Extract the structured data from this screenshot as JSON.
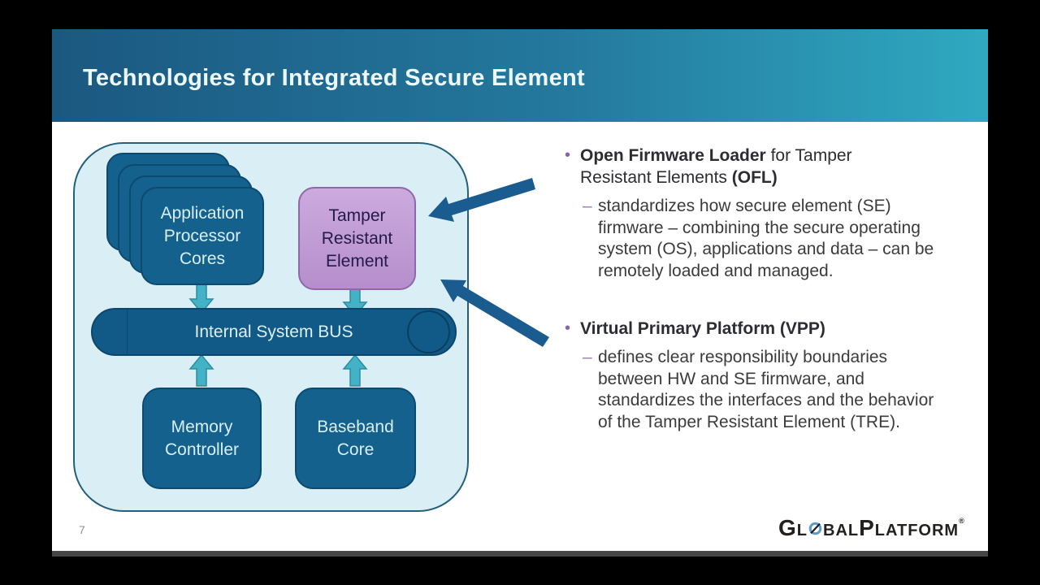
{
  "header": {
    "title": "Technologies for Integrated Secure Element"
  },
  "diagram": {
    "app_cores_label": "Application Processor Cores",
    "tre_label": "Tamper Resistant Element",
    "bus_label": "Internal System BUS",
    "memory_label": "Memory Controller",
    "baseband_label": "Baseband Core"
  },
  "bullets": {
    "ofl": {
      "marker": "•",
      "heading_l1_bold": "Open Firmware Loader",
      "heading_l1_rest": " for Tamper",
      "heading_l2_rest": "Resistant Elements ",
      "heading_l2_bold": "(OFL)",
      "dash": "–",
      "sub_lines": [
        "standardizes how secure element (SE)",
        "firmware – combining the secure operating",
        "system (OS), applications and data – can be",
        "remotely loaded and managed."
      ]
    },
    "vpp": {
      "marker": "•",
      "heading_bold": "Virtual Primary Platform (VPP)",
      "dash": "–",
      "sub_lines": [
        "defines clear responsibility boundaries",
        "between HW and SE firmware, and",
        "standardizes the interfaces and the behavior",
        "of the Tamper Resistant Element (TRE)."
      ]
    }
  },
  "footer": {
    "page_number": "7",
    "brand": {
      "g": "G",
      "l": "L",
      "bal": "BAL",
      "p": "P",
      "latform": "LATFORM",
      "registered": "®"
    }
  },
  "colors": {
    "header_gradient_start": "#1b5880",
    "header_gradient_end": "#2fa9c1",
    "box_blue": "#14618e",
    "tre_purple": "#b58ecb",
    "container_fill": "#d9eef5",
    "small_arrow_teal": "#43b2c6",
    "callout_arrow_blue": "#1a5c90",
    "bullet_purple": "#8a63a8"
  }
}
